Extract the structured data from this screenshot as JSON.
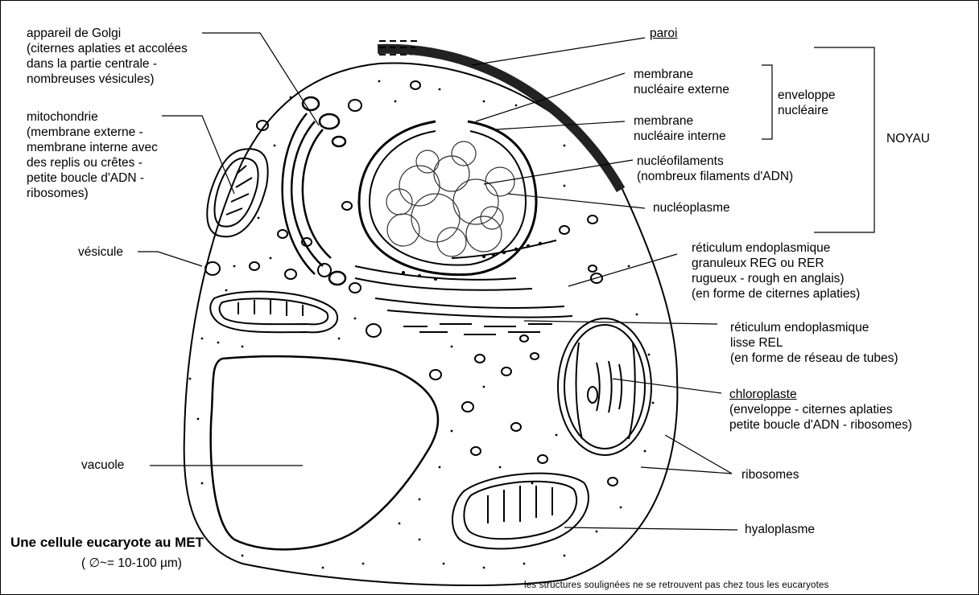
{
  "labels": {
    "golgi": "appareil de Golgi\n(citernes aplaties et accolées\ndans la partie centrale -\nnombreuses vésicules)",
    "mito": "mitochondrie\n(membrane externe -\nmembrane interne avec\ndes replis ou crêtes -\npetite boucle d'ADN -\nribosomes)",
    "vesicule": "vésicule",
    "vacuole": "vacuole",
    "paroi": "paroi",
    "memb_ext": "membrane\nnucléaire externe",
    "memb_int": "membrane\nnucléaire interne",
    "enveloppe": "enveloppe\nnucléaire",
    "noyau": "NOYAU",
    "nucleofil": "nucléofilaments\n(nombreux filaments d'ADN)",
    "nucleoplasme": "nucléoplasme",
    "reg": "réticulum endoplasmique\ngranuleux REG ou RER\nrugueux - rough en anglais)\n(en forme de citernes aplaties)",
    "rel": "réticulum endoplasmique\nlisse REL\n(en forme de réseau de tubes)",
    "chloro_title": "chloroplaste",
    "chloro_desc": "(enveloppe - citernes aplaties\npetite boucle d'ADN - ribosomes)",
    "ribosomes": "ribosomes",
    "hyaloplasme": "hyaloplasme",
    "title": "Une cellule eucaryote au MET",
    "size": "( ∅~= 10-100 µm)",
    "footnote": "les structures soulignées ne se retrouvent pas chez tous les eucaryotes"
  }
}
